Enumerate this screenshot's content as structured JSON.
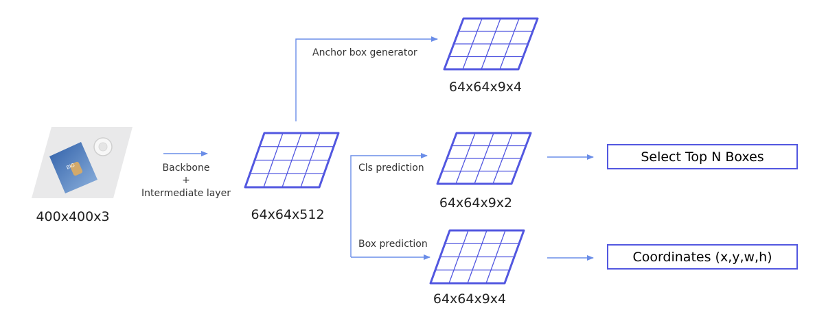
{
  "input": {
    "image_description_icon": "photo-thumbnail",
    "size_label": "400x400x3"
  },
  "backbone": {
    "line1": "Backbone",
    "line2": "+",
    "line3": "Intermediate layer"
  },
  "feature_map": {
    "size_label": "64x64x512"
  },
  "anchor": {
    "label": "Anchor box generator",
    "size_label": "64x64x9x4"
  },
  "cls": {
    "label": "Cls prediction",
    "size_label": "64x64x9x2"
  },
  "box": {
    "label": "Box prediction",
    "size_label": "64x64x9x4"
  },
  "outputs": {
    "select_top": "Select Top N Boxes",
    "coordinates": "Coordinates (x,y,w,h)"
  },
  "colors": {
    "accent": "#5257e0",
    "arrow": "#6a8de8"
  }
}
